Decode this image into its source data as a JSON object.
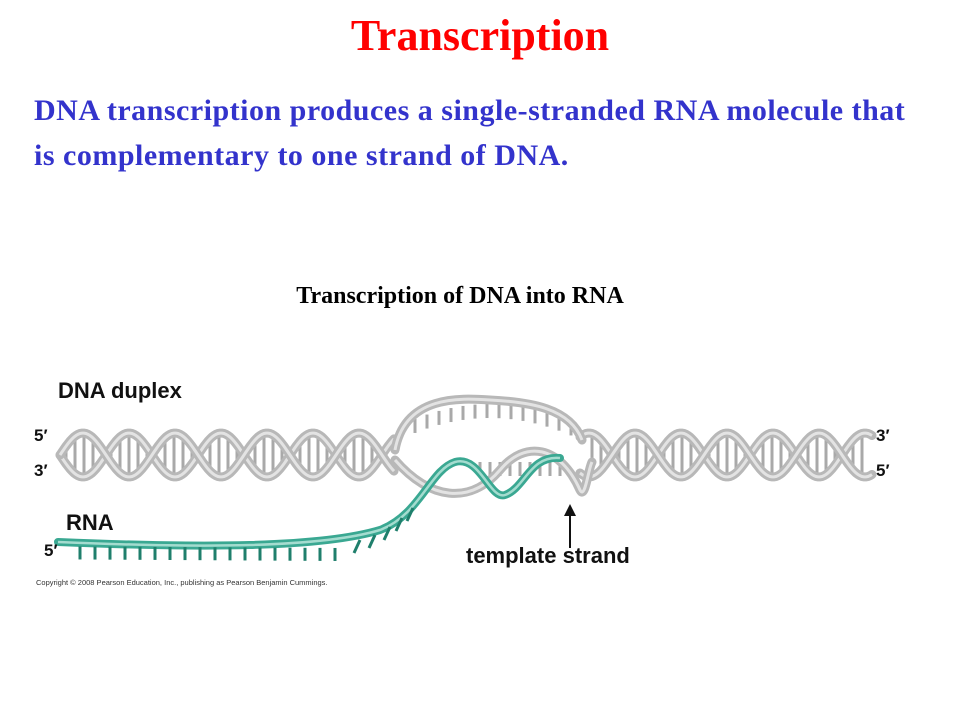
{
  "slide": {
    "title": "Transcription",
    "body": "DNA transcription produces a single-stranded RNA molecule that is complementary to one strand of DNA."
  },
  "figure": {
    "caption": "Transcription of DNA into RNA",
    "labels": {
      "dna_duplex": "DNA duplex",
      "rna": "RNA",
      "template_strand": "template strand",
      "left_top_end": "5′",
      "left_bottom_end": "3′",
      "right_top_end": "3′",
      "right_bottom_end": "5′",
      "rna_end": "5′"
    },
    "copyright": "Copyright © 2008 Pearson Education, Inc., publishing as Pearson Benjamin Cummings.",
    "colors": {
      "title": "#ff0000",
      "body": "#3333cc",
      "dna_strand": "#b8b8b8",
      "dna_strand_dark": "#8a8a8a",
      "rna_strand": "#3aa892",
      "rna_strand_dark": "#1f7f6c"
    }
  }
}
